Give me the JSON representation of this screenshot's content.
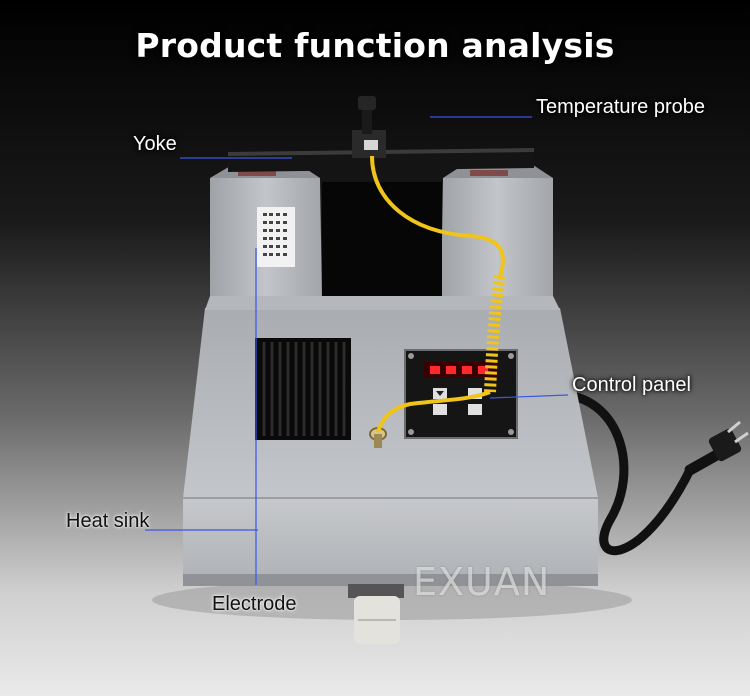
{
  "title": "Product function analysis",
  "labels": {
    "temperature_probe": "Temperature probe",
    "yoke": "Yoke",
    "control_panel": "Control panel",
    "heat_sink": "Heat sink",
    "electrode": "Electrode"
  },
  "brand": "EXUAN",
  "colors": {
    "background_top": "#000000",
    "background_bottom": "#e8e8e8",
    "housing": "#b9bcc0",
    "probe_cable": "#f0c419",
    "callout_line": "#3a56e8"
  }
}
